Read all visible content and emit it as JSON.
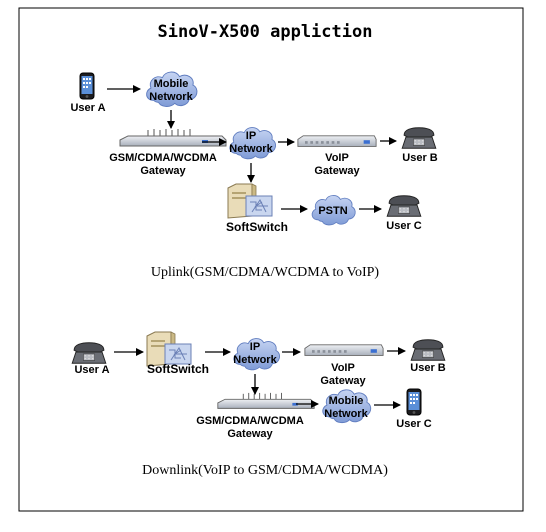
{
  "title": "SinoV-X500 appliction",
  "uplink": {
    "user_a": "User A",
    "mobile_network_l1": "Mobile",
    "mobile_network_l2": "Network",
    "gateway_l1": "GSM/CDMA/WCDMA",
    "gateway_l2": "Gateway",
    "ip_network_l1": "IP",
    "ip_network_l2": "Network",
    "voip_gateway_l1": "VoIP",
    "voip_gateway_l2": "Gateway",
    "user_b": "User B",
    "softswitch": "SoftSwitch",
    "pstn": "PSTN",
    "user_c": "User C",
    "caption": "Uplink(GSM/CDMA/WCDMA to VoIP)"
  },
  "downlink": {
    "user_a": "User A",
    "softswitch": "SoftSwitch",
    "ip_network_l1": "IP",
    "ip_network_l2": "Network",
    "voip_gateway_l1": "VoIP",
    "voip_gateway_l2": "Gateway",
    "user_b": "User B",
    "gateway_l1": "GSM/CDMA/WCDMA",
    "gateway_l2": "Gateway",
    "mobile_network_l1": "Mobile",
    "mobile_network_l2": "Network",
    "user_c": "User C",
    "caption": "Downlink(VoIP to GSM/CDMA/WCDMA)"
  },
  "colors": {
    "cloud": "#9fb6e4",
    "cloud_dark": "#6f8ccc",
    "device": "#c9cfd8",
    "border": "#000000"
  },
  "icons": {
    "mobile": "mobile-phone-icon",
    "desk_phone": "desk-phone-icon",
    "cloud": "cloud-network-icon",
    "gateway": "gateway-device-icon",
    "server": "softswitch-server-icon"
  }
}
